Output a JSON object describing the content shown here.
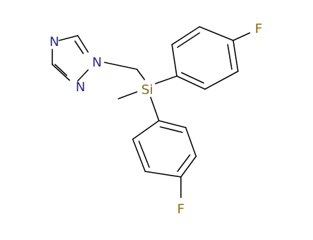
{
  "molecule": {
    "atoms": {
      "n_top": "N",
      "n_ring_1": "N",
      "n_ring_2": "N",
      "silicon": "Si",
      "f_top": "F",
      "f_bottom": "F"
    },
    "colors": {
      "nitrogen": "#2b2b9a",
      "silicon": "#8b6914",
      "fluorine": "#8b6914",
      "bond": "#000000",
      "background": "#ffffff"
    }
  }
}
